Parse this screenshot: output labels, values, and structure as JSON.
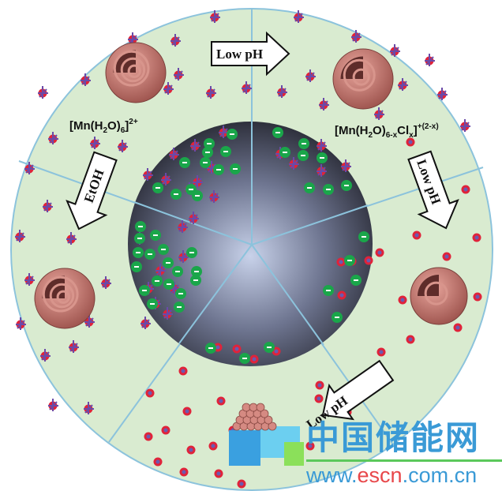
{
  "labels": {
    "complex_left": "[Mn(H2O)6]2+",
    "complex_right": "[Mn(H2O)6-xClx]+(2-x)"
  },
  "arrows": {
    "top": "Low pH",
    "right": "Low pH",
    "bottom": "Low pH",
    "left": "EtOH"
  },
  "watermark": {
    "chinese": "中国储能网",
    "url_prefix": "www.",
    "url_brand": "escn",
    "url_suffix": ".com.cn"
  },
  "colors": {
    "background": "#d9ebd0",
    "divider": "#8cc3dc",
    "negative_charge": "#1aa64a",
    "mn_ion": "#e0233a",
    "ligand": "#6a4aa8",
    "shell": "#c47a72"
  }
}
